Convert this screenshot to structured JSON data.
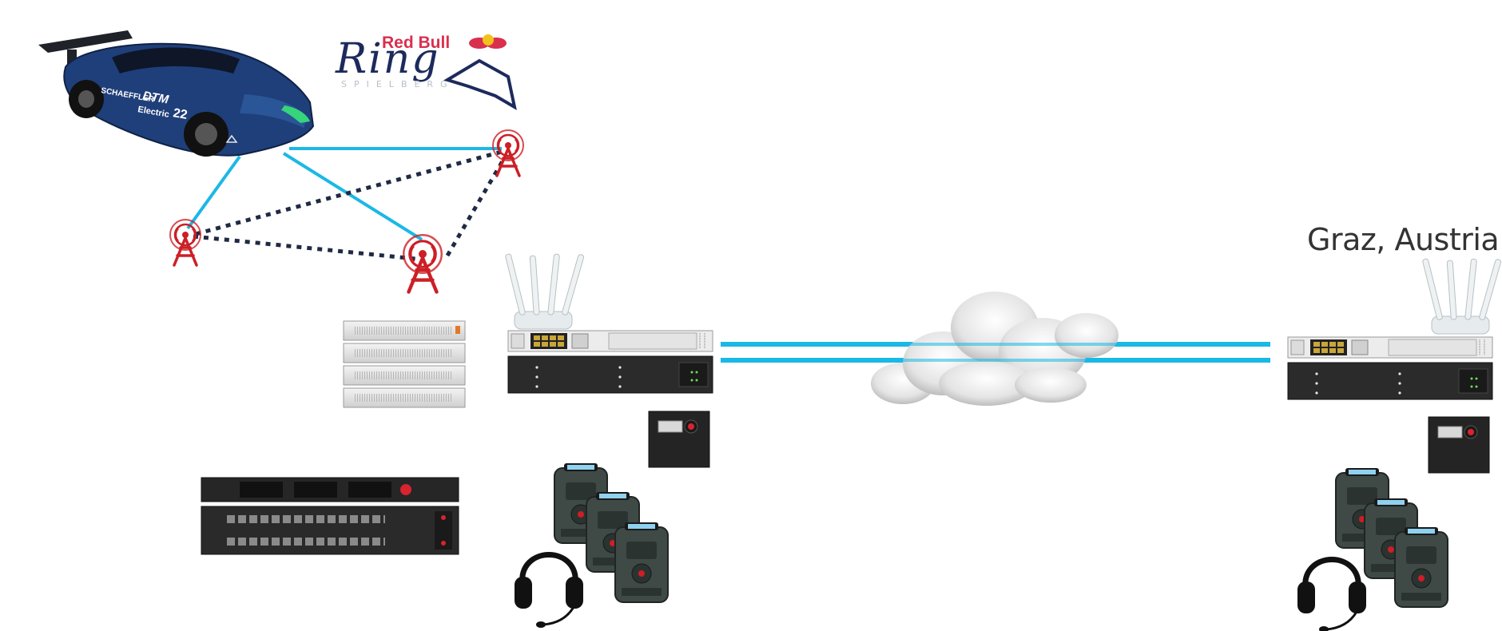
{
  "location_label": "Graz, Austria",
  "logo": {
    "brand_top": "Red Bull",
    "brand_main": "Ring",
    "brand_sub": "SPIELBERG"
  },
  "car": {
    "livery": [
      "SCHAEFFLER",
      "DTM",
      "Electric",
      "22"
    ]
  },
  "colors": {
    "link": "#1bb8e6",
    "mesh_link": "#1f2a44",
    "antenna": "#cc1f26",
    "car_body": "#1f3f7a",
    "hardware": "#2f2f2f"
  },
  "links": {
    "solid": [
      "car-to-antenna-left",
      "car-to-antenna-center",
      "car-to-antenna-right",
      "wan-link-a",
      "wan-link-b"
    ],
    "dotted": [
      "antenna-left-to-center",
      "antenna-left-to-right",
      "antenna-center-to-right"
    ]
  },
  "icons": [
    "race-car-icon",
    "radio-antenna-icon",
    "wifi-router-icon",
    "server-rack-icon",
    "network-switch-icon",
    "intercom-panel-icon",
    "beltpack-icon",
    "headset-icon",
    "cloud-icon"
  ]
}
